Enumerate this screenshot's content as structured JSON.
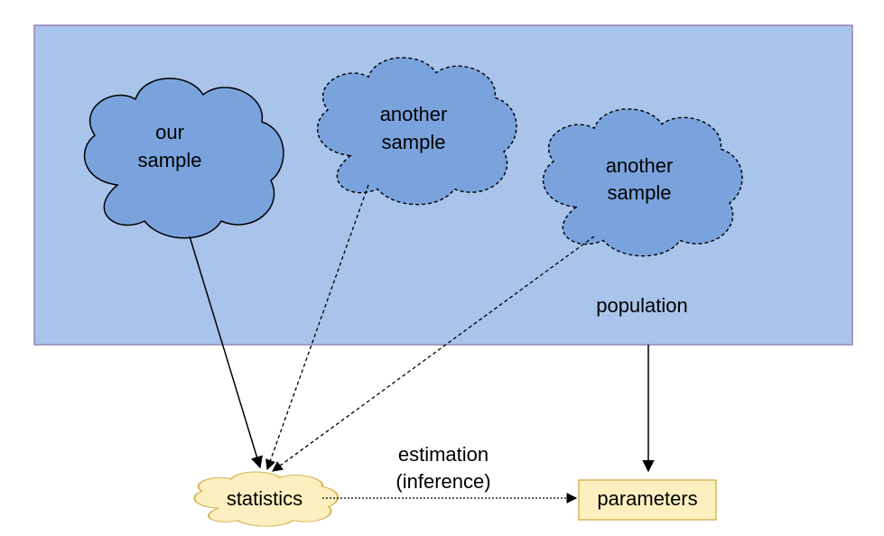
{
  "diagram": {
    "population": {
      "label": "population",
      "fill": "#a9c4ea",
      "stroke": "#9b82b8"
    },
    "samples": [
      {
        "line1": "our",
        "line2": "sample",
        "style": "solid"
      },
      {
        "line1": "another",
        "line2": "sample",
        "style": "dashed"
      },
      {
        "line1": "another",
        "line2": "sample",
        "style": "dashed"
      }
    ],
    "sample_fill": "#7aa3de",
    "statistics": {
      "label": "statistics",
      "fill": "#fdefbf",
      "stroke": "#d6b656"
    },
    "parameters": {
      "label": "parameters",
      "fill": "#fdefbf",
      "stroke": "#d6b656"
    },
    "estimation": {
      "line1": "estimation",
      "line2": "(inference)"
    }
  }
}
